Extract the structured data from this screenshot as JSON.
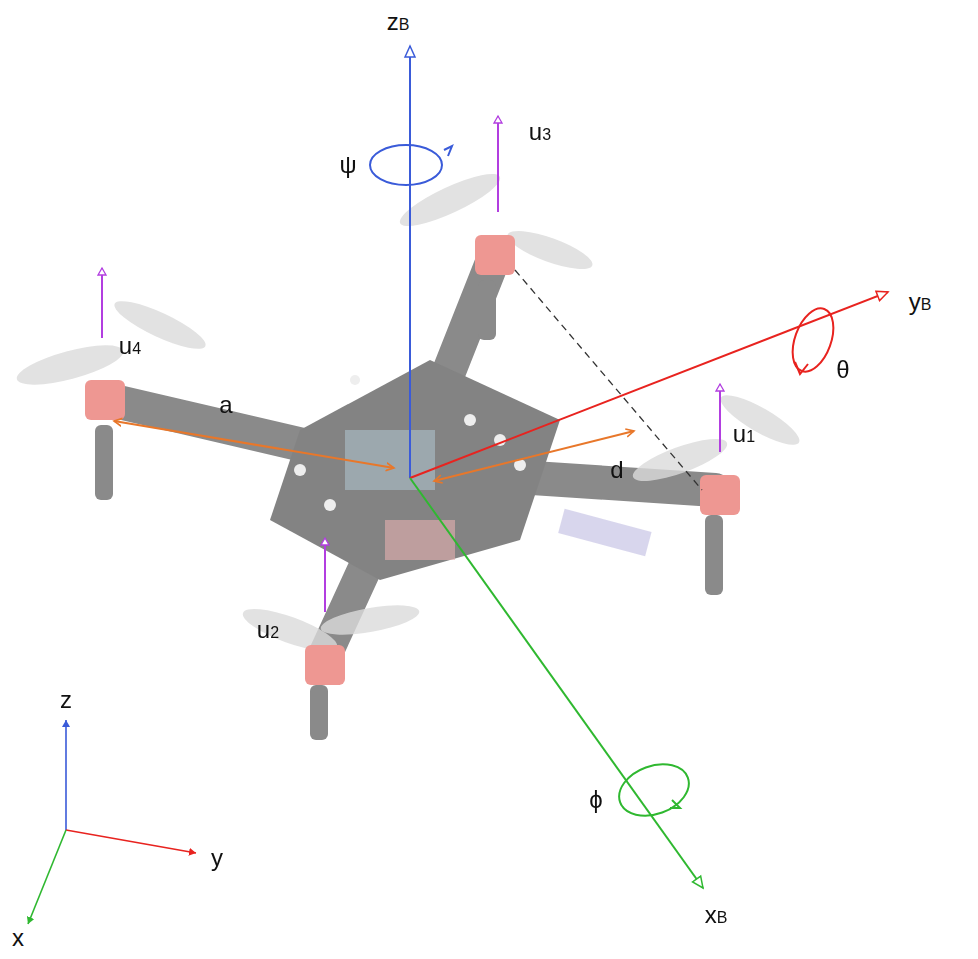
{
  "diagram": {
    "labels": [
      "zB",
      "ψ",
      "u3",
      "u4",
      "a",
      "yB",
      "θ",
      "u1",
      "d",
      "u2",
      "z",
      "y",
      "x",
      "xB",
      "ϕ"
    ]
  }
}
